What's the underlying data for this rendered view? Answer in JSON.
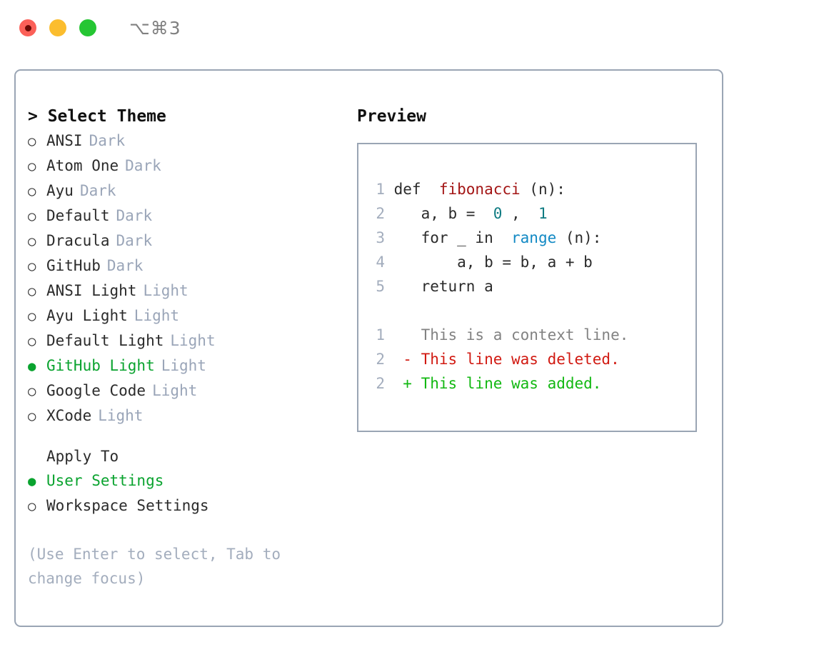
{
  "window": {
    "title": "⌥⌘3",
    "lights": [
      "close",
      "minimize",
      "zoom"
    ]
  },
  "left": {
    "heading": "> Select Theme",
    "themes": [
      {
        "bullet": "○",
        "label": "ANSI",
        "tag": "Dark",
        "selected": false
      },
      {
        "bullet": "○",
        "label": "Atom One",
        "tag": "Dark",
        "selected": false
      },
      {
        "bullet": "○",
        "label": "Ayu",
        "tag": "Dark",
        "selected": false
      },
      {
        "bullet": "○",
        "label": "Default",
        "tag": "Dark",
        "selected": false
      },
      {
        "bullet": "○",
        "label": "Dracula",
        "tag": "Dark",
        "selected": false
      },
      {
        "bullet": "○",
        "label": "GitHub",
        "tag": "Dark",
        "selected": false
      },
      {
        "bullet": "○",
        "label": "ANSI Light",
        "tag": "Light",
        "selected": false
      },
      {
        "bullet": "○",
        "label": "Ayu Light",
        "tag": "Light",
        "selected": false
      },
      {
        "bullet": "○",
        "label": "Default Light",
        "tag": "Light",
        "selected": false
      },
      {
        "bullet": "●",
        "label": "GitHub Light",
        "tag": "Light",
        "selected": true
      },
      {
        "bullet": "○",
        "label": "Google Code",
        "tag": "Light",
        "selected": false
      },
      {
        "bullet": "○",
        "label": "XCode",
        "tag": "Light",
        "selected": false
      }
    ],
    "apply_to_heading": "Apply To",
    "apply_to": [
      {
        "bullet": "●",
        "label": "User Settings",
        "selected": true
      },
      {
        "bullet": "○",
        "label": "Workspace Settings",
        "selected": false
      }
    ],
    "hint": "(Use Enter to select, Tab to change focus)"
  },
  "right": {
    "title": "Preview",
    "code_lines": [
      {
        "no": "1",
        "tokens": [
          {
            "t": "def ",
            "c": "kw"
          },
          {
            "t": "fibonacci",
            "c": "fn"
          },
          {
            "t": "(n):",
            "c": "plain"
          }
        ]
      },
      {
        "no": "2",
        "tokens": [
          {
            "t": "    a, b = ",
            "c": "plain"
          },
          {
            "t": "0",
            "c": "num"
          },
          {
            "t": ", ",
            "c": "plain"
          },
          {
            "t": "1",
            "c": "num"
          }
        ]
      },
      {
        "no": "3",
        "tokens": [
          {
            "t": "    for _ in ",
            "c": "plain"
          },
          {
            "t": "range",
            "c": "bi"
          },
          {
            "t": "(n):",
            "c": "plain"
          }
        ]
      },
      {
        "no": "4",
        "tokens": [
          {
            "t": "        a, b = b, a + b",
            "c": "plain"
          }
        ]
      },
      {
        "no": "5",
        "tokens": [
          {
            "t": "    return a",
            "c": "plain"
          }
        ]
      }
    ],
    "diff_lines": [
      {
        "no": "1",
        "marker": " ",
        "text": "This is a context line.",
        "kind": "d-ctx"
      },
      {
        "no": "2",
        "marker": "-",
        "text": "This line was deleted.",
        "kind": "d-del"
      },
      {
        "no": "2",
        "marker": "+",
        "text": "This line was added.",
        "kind": "d-add"
      }
    ]
  },
  "colors": {
    "accent_green": "#0aa32f",
    "border": "#9aa5b4",
    "muted": "#9aa5b8",
    "diff_add": "#12b812",
    "diff_del": "#d11a12",
    "syntax_function": "#a31515",
    "syntax_number": "#0f7b82",
    "syntax_builtin": "#1289c4"
  }
}
